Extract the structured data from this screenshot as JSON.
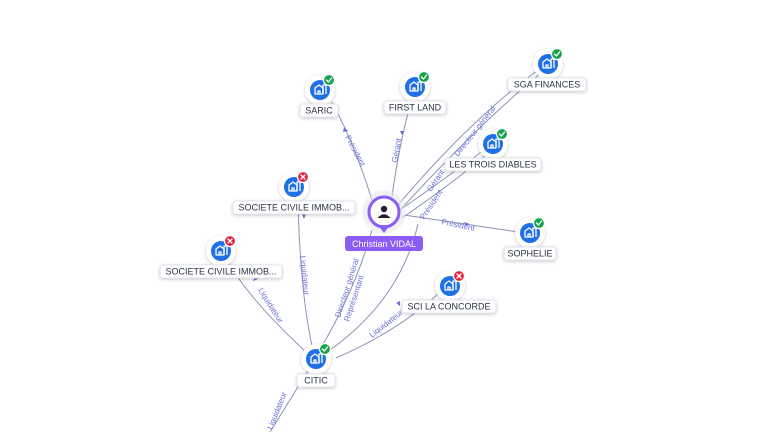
{
  "colors": {
    "company_fill": "#1f6fe5",
    "active_badge": "#16a34a",
    "inactive_badge": "#dc2643",
    "person_ring": "#8b5cf6",
    "edge": "#8d92b5",
    "edge_label": "#6d6fd8"
  },
  "person": {
    "label": "Christian VIDAL",
    "icon": "person-icon"
  },
  "companies": [
    {
      "id": "saric",
      "label": "SARIC",
      "status": "active"
    },
    {
      "id": "first-land",
      "label": "FIRST LAND",
      "status": "active"
    },
    {
      "id": "sga-finances",
      "label": "SGA FINANCES",
      "status": "active"
    },
    {
      "id": "les-trois-diables",
      "label": "LES TROIS DIABLES",
      "status": "active"
    },
    {
      "id": "sophelie",
      "label": "SOPHELIE",
      "status": "active"
    },
    {
      "id": "sci-la-concorde",
      "label": "SCI LA CONCORDE",
      "status": "inactive"
    },
    {
      "id": "citic",
      "label": "CITIC",
      "status": "active"
    },
    {
      "id": "societe-civile-1",
      "label": "SOCIETE CIVILE IMMOB...",
      "status": "inactive"
    },
    {
      "id": "societe-civile-2",
      "label": "SOCIETE CIVILE IMMOB...",
      "status": "inactive"
    }
  ],
  "edges": [
    {
      "id": "e-saric",
      "label": "Président"
    },
    {
      "id": "e-firstland",
      "label": "Gérant"
    },
    {
      "id": "e-sga",
      "label": "Directeur général"
    },
    {
      "id": "e-trois",
      "label": "Gérant"
    },
    {
      "id": "e-trois2",
      "label": "Président"
    },
    {
      "id": "e-sophelie",
      "label": "Président"
    },
    {
      "id": "e-concorde",
      "label": "Liquidateur"
    },
    {
      "id": "e-citic-dg",
      "label": "Directeur général"
    },
    {
      "id": "e-citic-rep",
      "label": "Représentant"
    },
    {
      "id": "e-sc1",
      "label": "Liquidateur"
    },
    {
      "id": "e-sc2",
      "label": "Liquidateur"
    },
    {
      "id": "e-bottom",
      "label": "Liquidateur"
    }
  ]
}
